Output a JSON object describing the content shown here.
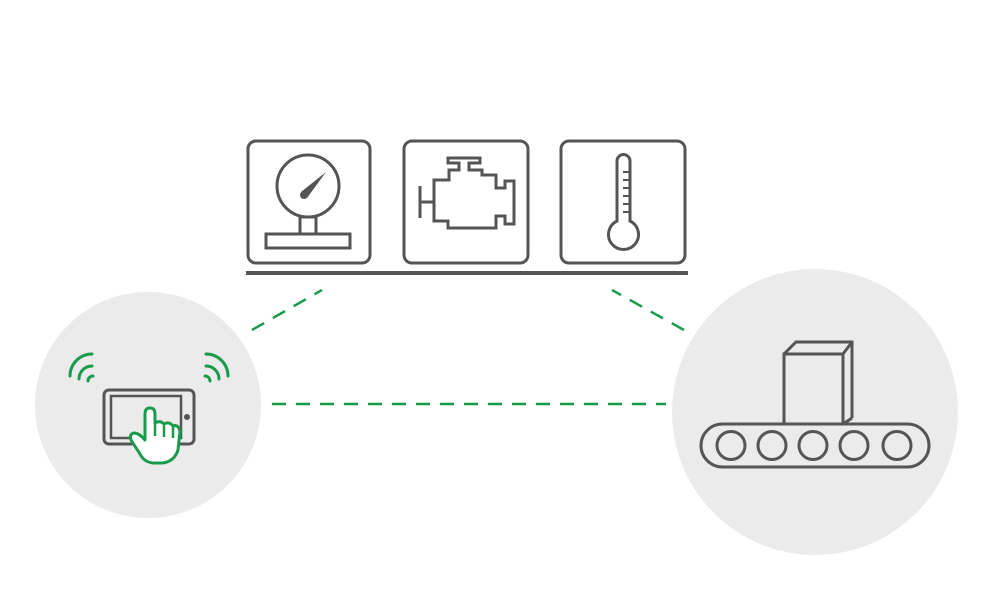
{
  "diagram": {
    "colors": {
      "background": "#ffffff",
      "icon_stroke": "#555555",
      "accent_green": "#1a9b4b",
      "circle_fill": "#ebebeb"
    },
    "sensors": [
      {
        "icon": "pressure-gauge-icon"
      },
      {
        "icon": "engine-icon"
      },
      {
        "icon": "thermometer-icon"
      }
    ],
    "nodes": {
      "tablet": {
        "icon": "tablet-touch-icon",
        "signal": "wireless-signal-icon"
      },
      "machine": {
        "icon": "conveyor-belt-icon"
      }
    },
    "connections": [
      {
        "from": "tablet",
        "to": "sensors",
        "style": "dashed"
      },
      {
        "from": "machine",
        "to": "sensors",
        "style": "dashed"
      },
      {
        "from": "tablet",
        "to": "machine",
        "style": "dashed"
      }
    ]
  }
}
